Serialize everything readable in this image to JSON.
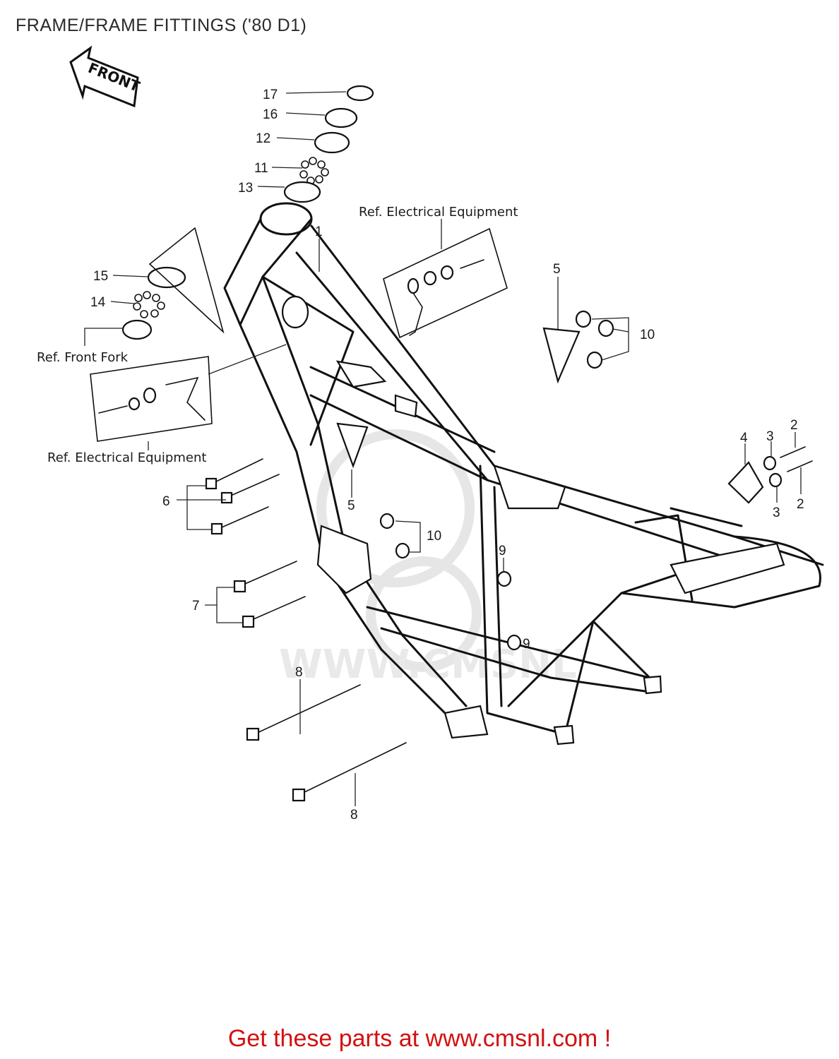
{
  "title": "FRAME/FRAME FITTINGS ('80 D1)",
  "footer": "Get these parts at www.cmsnl.com !",
  "front_arrow": "FRONT",
  "watermark": "WWW.CMSNL",
  "refs": {
    "electrical_top": "Ref.  Electrical Equipment",
    "electrical_left": "Ref.  Electrical  Equipment",
    "front_fork": "Ref.  Front Fork"
  },
  "labels": {
    "p17": "17",
    "p16": "16",
    "p12": "12",
    "p11": "11",
    "p13": "13",
    "p1": "1",
    "p15": "15",
    "p14": "14",
    "p5a": "5",
    "p5b": "5",
    "p10a": "10",
    "p10b": "10",
    "p6": "6",
    "p7": "7",
    "p8a": "8",
    "p8b": "8",
    "p9a": "9",
    "p9b": "9",
    "p4": "4",
    "p3a": "3",
    "p3b": "3",
    "p2a": "2",
    "p2b": "2"
  },
  "colors": {
    "footer": "#d41010",
    "ink": "#111111",
    "watermark": "#e6e6e6"
  }
}
